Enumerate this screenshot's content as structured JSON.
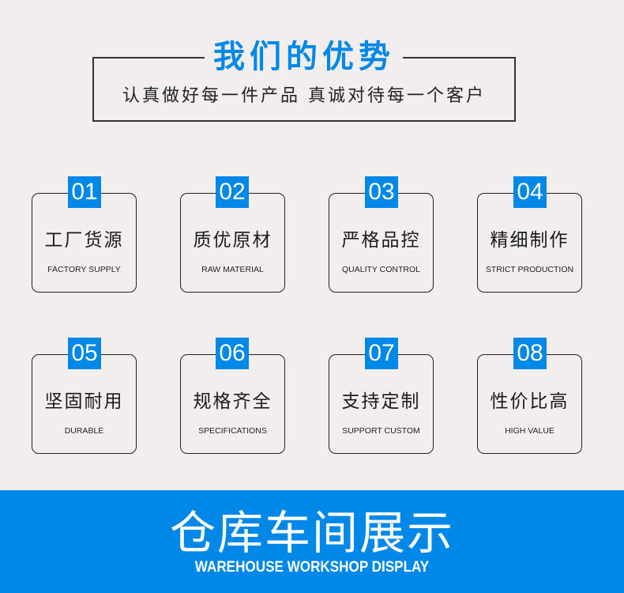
{
  "header": {
    "title": "我们的优势",
    "subtitle": "认真做好每一件产品 真诚对待每一个客户"
  },
  "advantages": [
    {
      "number": "01",
      "title": "工厂货源",
      "subtitle": "FACTORY SUPPLY"
    },
    {
      "number": "02",
      "title": "质优原材",
      "subtitle": "RAW MATERIAL"
    },
    {
      "number": "03",
      "title": "严格品控",
      "subtitle": "QUALITY CONTROL"
    },
    {
      "number": "04",
      "title": "精细制作",
      "subtitle": "STRICT PRODUCTION"
    },
    {
      "number": "05",
      "title": "坚固耐用",
      "subtitle": "DURABLE"
    },
    {
      "number": "06",
      "title": "规格齐全",
      "subtitle": "SPECIFICATIONS"
    },
    {
      "number": "07",
      "title": "支持定制",
      "subtitle": "SUPPORT CUSTOM"
    },
    {
      "number": "08",
      "title": "性价比高",
      "subtitle": "HIGH VALUE"
    }
  ],
  "banner": {
    "title": "仓库车间展示",
    "subtitle": "WAREHOUSE WORKSHOP DISPLAY"
  },
  "colors": {
    "accent": "#0088e8",
    "background": "#f2eeee",
    "border": "#222222"
  }
}
